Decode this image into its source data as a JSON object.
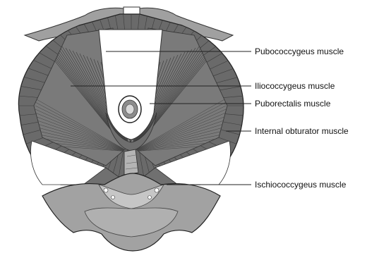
{
  "labels": {
    "pubococcygeus": "Pubococcygeus muscle",
    "iliococcygeus": "Iliococcygeus muscle",
    "puborectalis": "Puborectalis muscle",
    "internal_obturator": "Internal obturator muscle",
    "ischiococcygeus": "Ischiococcygeus muscle"
  },
  "colors": {
    "muscle_dark": "#5e5e5e",
    "muscle_mid": "#8a8a8a",
    "bone": "#9c9c9c",
    "bone_light": "#c8c8c8",
    "leader_line": "#222222",
    "background": "#ffffff"
  }
}
